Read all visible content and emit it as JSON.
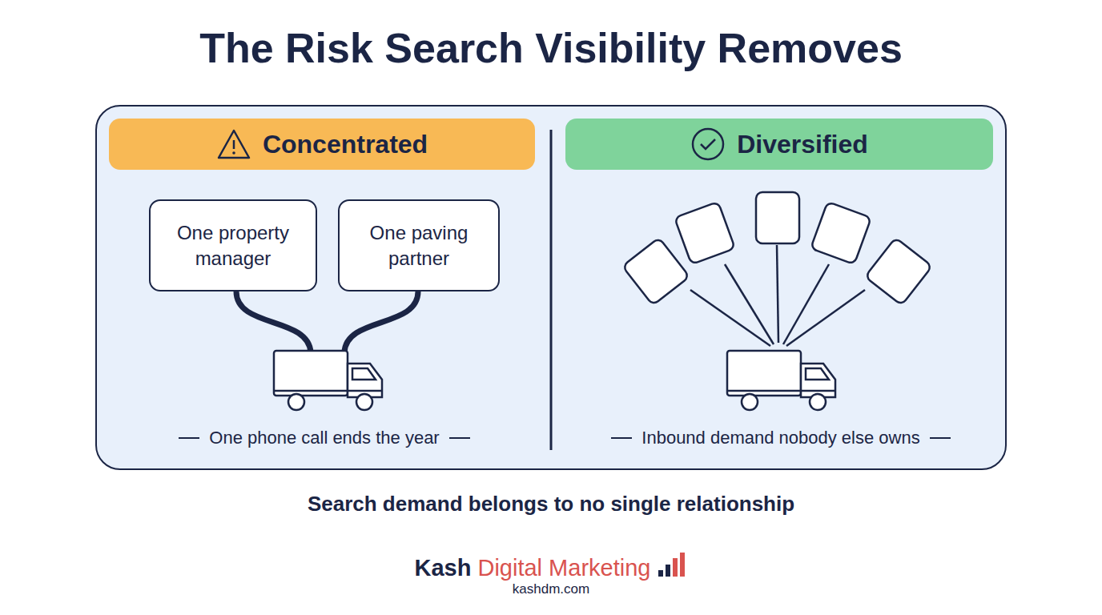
{
  "diagram": {
    "title": "The Risk Search Visibility Removes",
    "caption": "Search demand belongs to no single relationship",
    "nodes": [
      {
        "text": [
          "Concentrated"
        ]
      },
      {
        "text": [
          "One property manager"
        ]
      },
      {
        "text": [
          "One paving partner"
        ]
      },
      {
        "text": [
          "Diversified"
        ]
      }
    ],
    "labels": [
      "One phone call ends the year",
      "Inbound demand nobody else owns",
      "Kash",
      "Digital Marketing",
      "kashdm.com"
    ]
  }
}
